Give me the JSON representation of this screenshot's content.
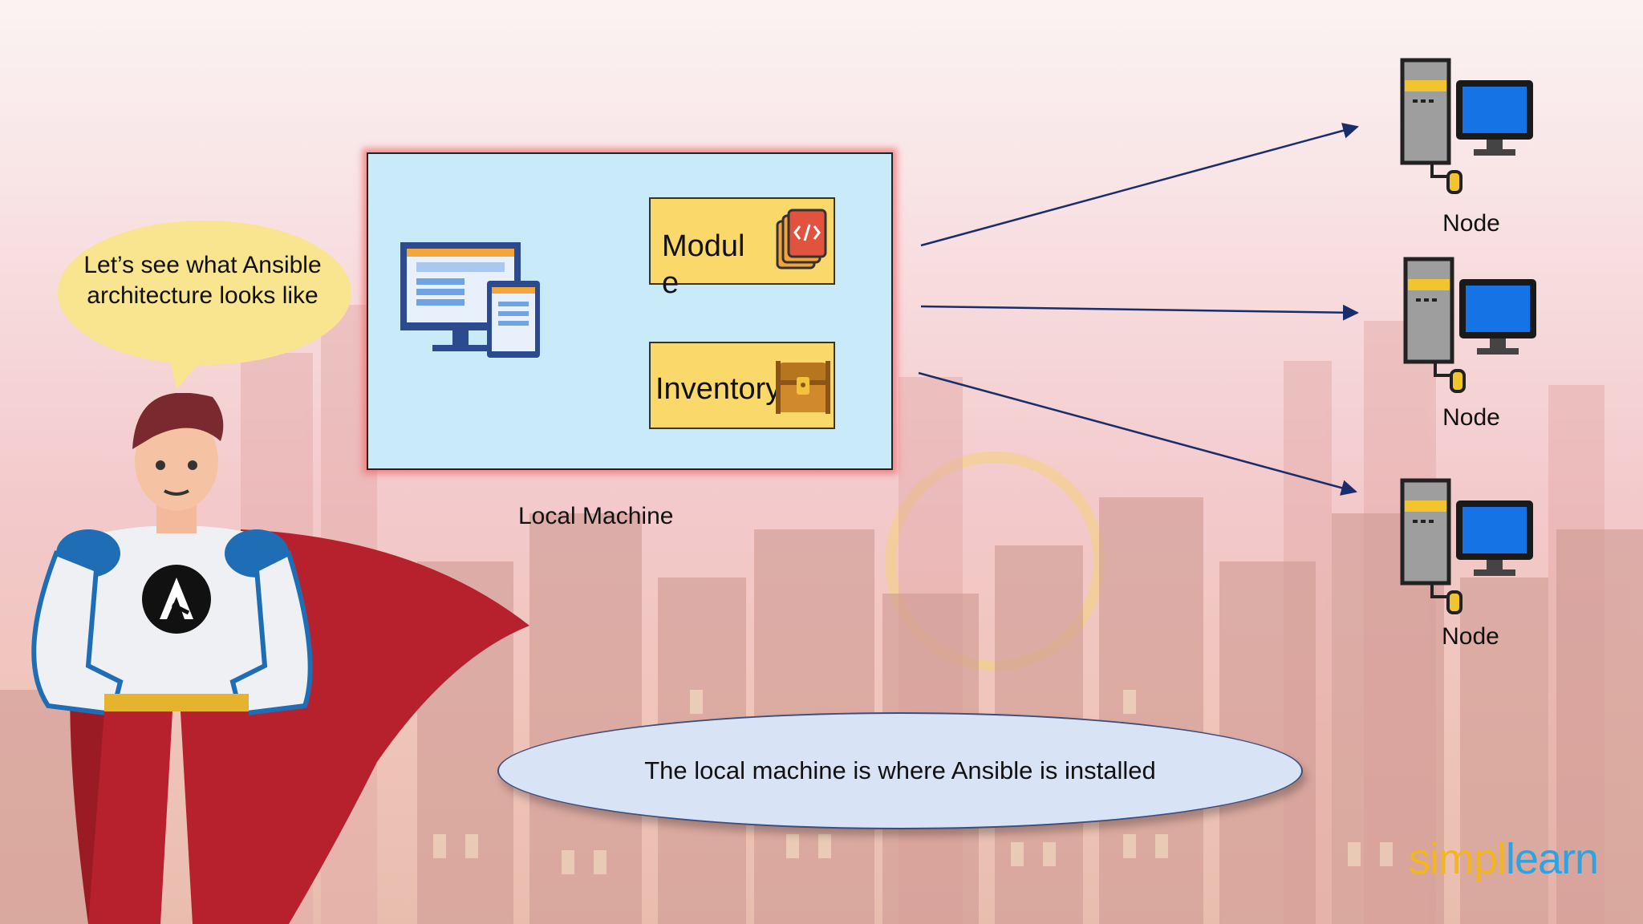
{
  "speech_bubble": {
    "text": "Let’s see what Ansible architecture looks like"
  },
  "local_machine": {
    "caption": "Local Machine",
    "module_label": "Module",
    "inventory_label": "Inventory"
  },
  "nodes": [
    {
      "label": "Node"
    },
    {
      "label": "Node"
    },
    {
      "label": "Node"
    }
  ],
  "callout": {
    "text": "The local machine is where Ansible is installed"
  },
  "logo": {
    "part1": "simpl",
    "part2": "learn"
  },
  "hero": {
    "emblem_letter": "A"
  },
  "colors": {
    "box_fill": "#c9ebf9",
    "box_glow": "#f06e6e",
    "yellow_box": "#fbd86a",
    "arrow": "#1a2d6b",
    "callout_fill": "#d8e3f6",
    "monitor_blue": "#1673e6",
    "logo_yellow": "#f2b61f",
    "logo_blue": "#2ea3e0"
  },
  "icons": [
    "desktop-tablet-icon",
    "code-files-icon",
    "treasure-chest-icon",
    "computer-tower-icon",
    "ansible-logo-icon"
  ]
}
